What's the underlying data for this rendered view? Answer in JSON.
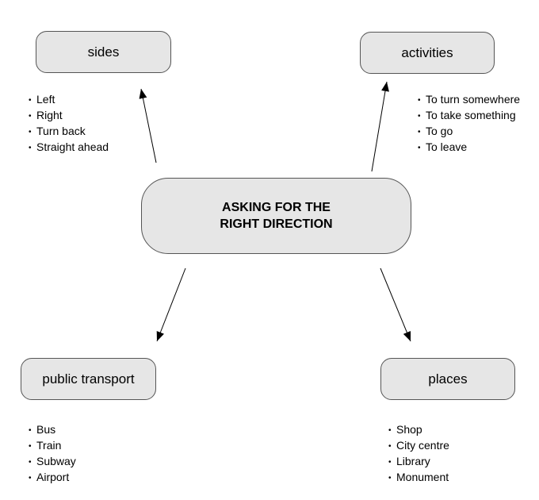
{
  "center": {
    "lines": [
      "ASKING FOR THE",
      "RIGHT DIRECTION"
    ]
  },
  "nodes": {
    "sides": {
      "label": "sides",
      "items": [
        "Left",
        "Right",
        "Turn back",
        "Straight ahead"
      ]
    },
    "activities": {
      "label": "activities",
      "items": [
        "To turn somewhere",
        "To take something",
        "To go",
        "To leave"
      ]
    },
    "public_transport": {
      "label": "public transport",
      "items": [
        "Bus",
        "Train",
        "Subway",
        "Airport"
      ]
    },
    "places": {
      "label": "places",
      "items": [
        "Shop",
        "City centre",
        "Library",
        "Monument"
      ]
    }
  }
}
